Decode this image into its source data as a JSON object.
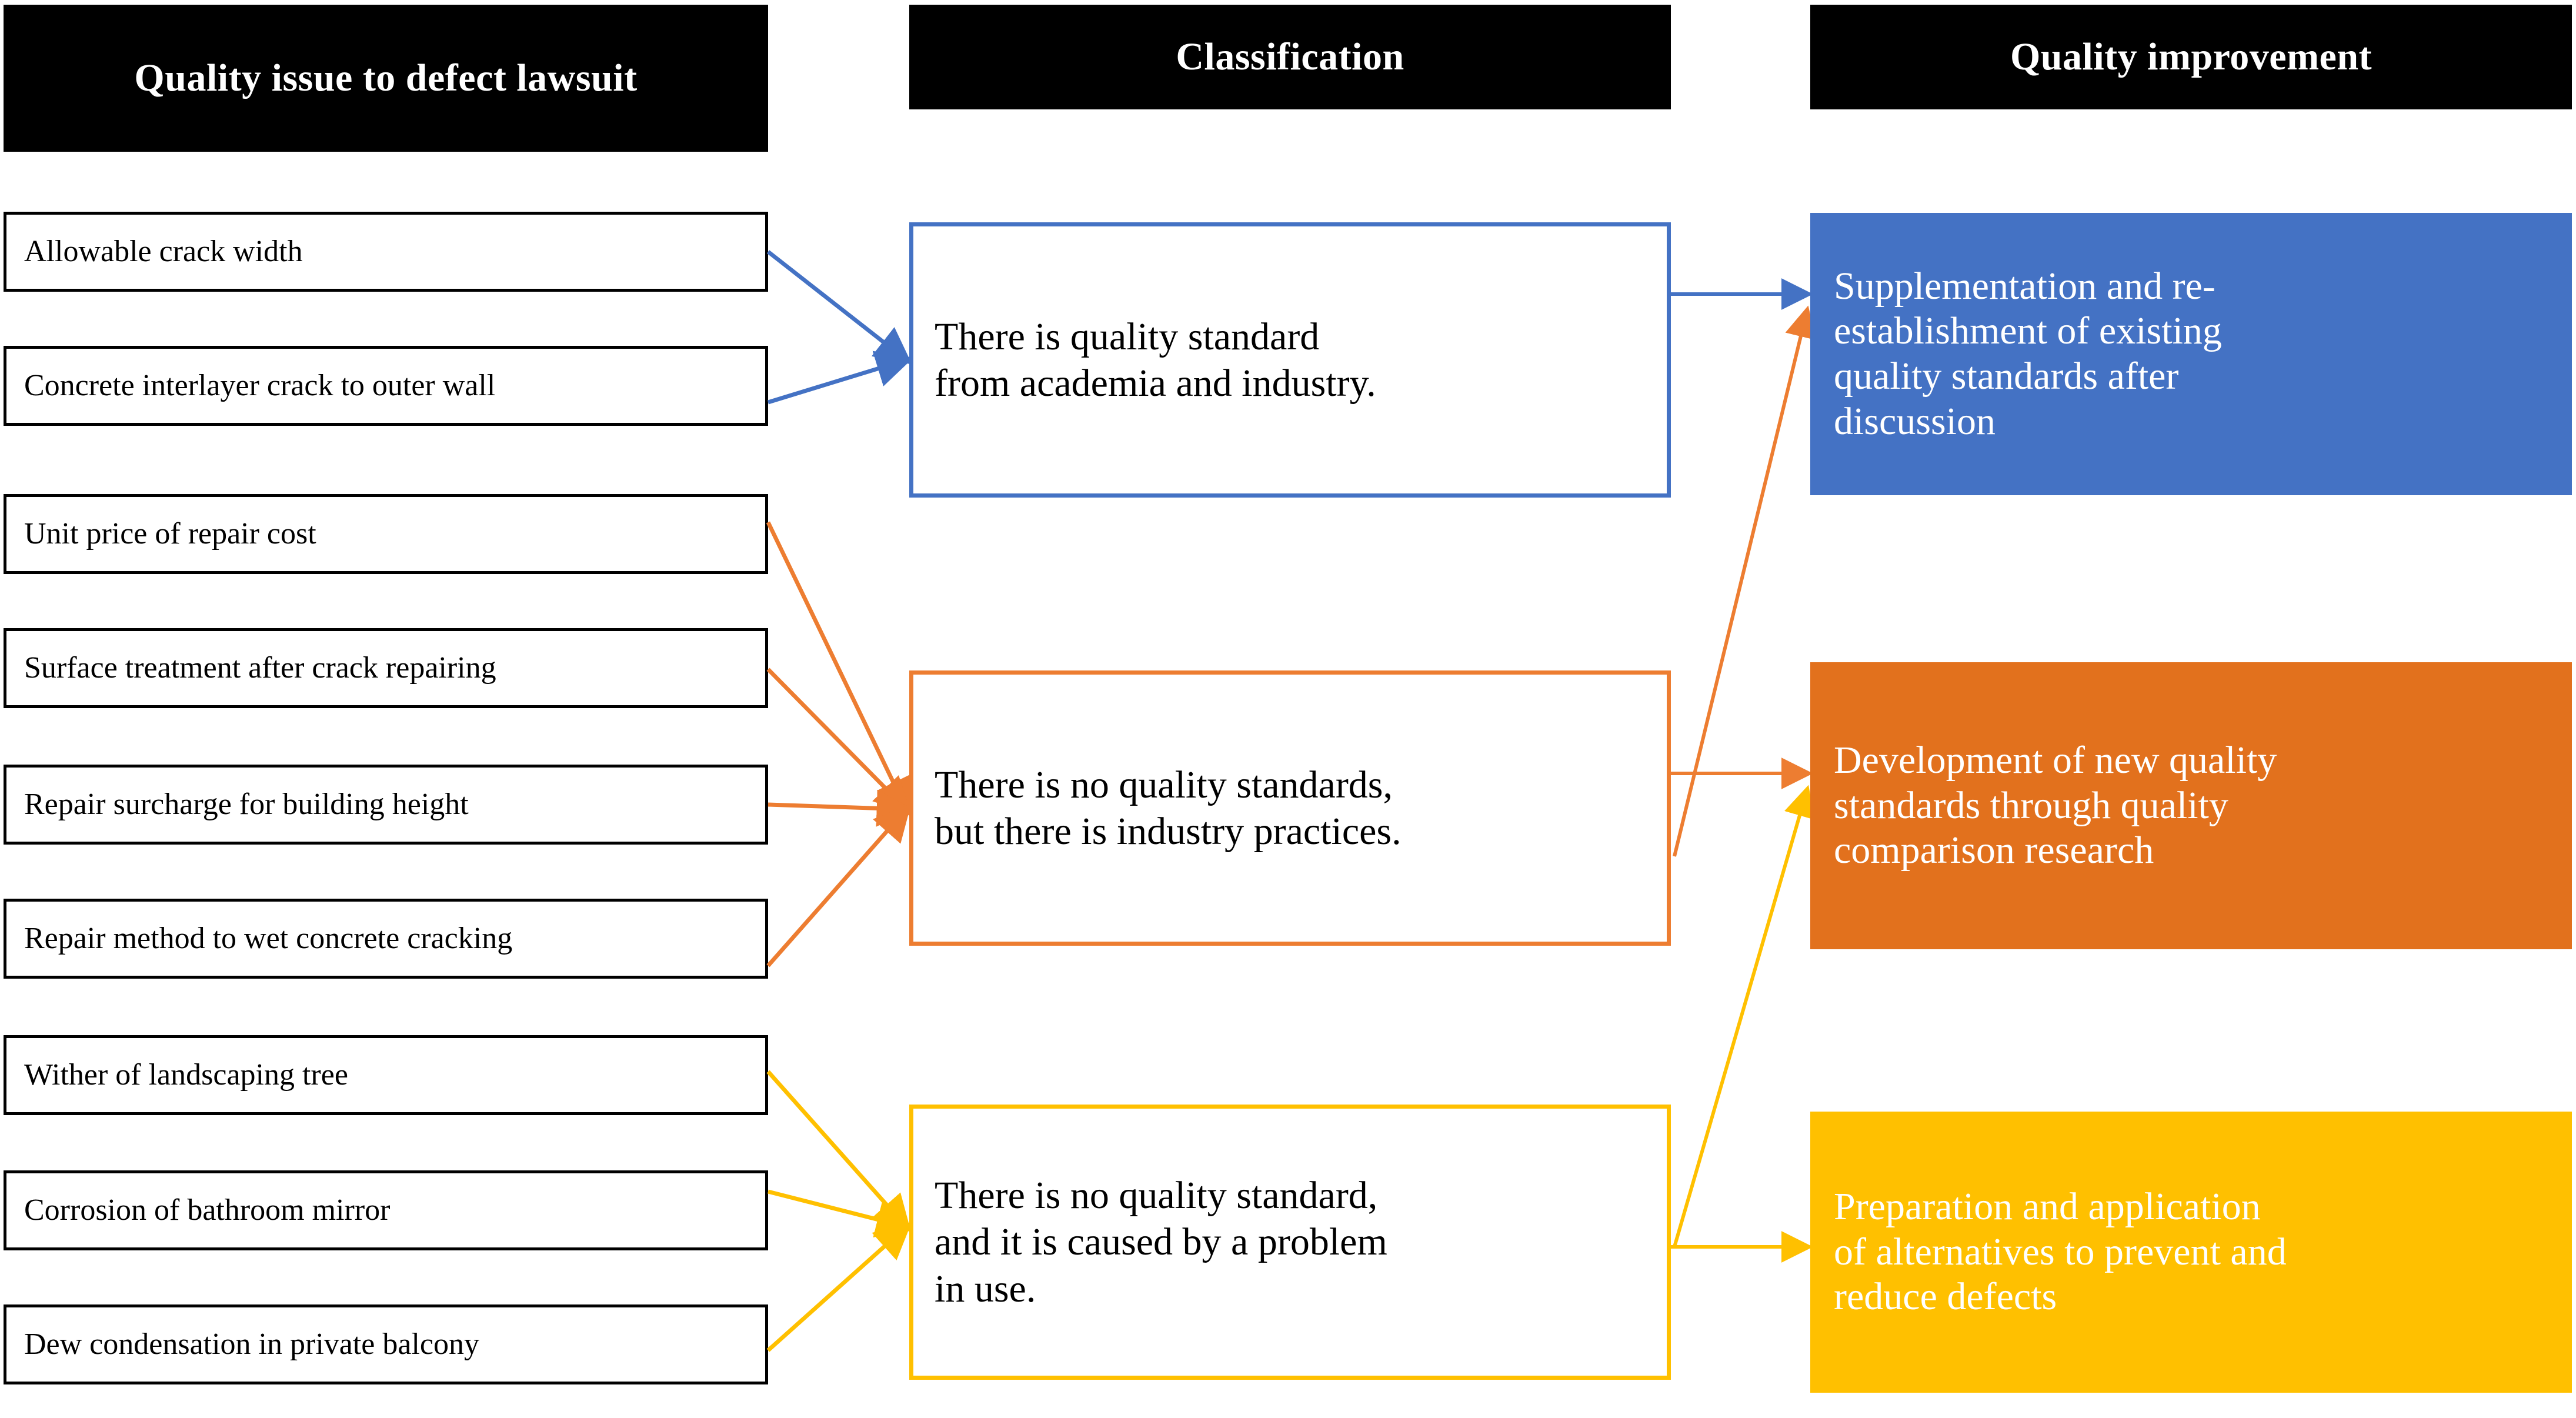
{
  "diagram": {
    "title": "Quality issue to defect lawsuit classification and improvement flow",
    "columns": [
      {
        "key": "issue",
        "label": "Quality issue to defect lawsuit"
      },
      {
        "key": "class",
        "label": "Classification"
      },
      {
        "key": "improve",
        "label": "Quality improvement"
      }
    ],
    "colors": {
      "header_background": "#000000",
      "header_text": "#FFFFFF",
      "issue_border": "#000000",
      "blue": "#4472C4",
      "orange": "#ED7D31",
      "orange_fill": "#E2711D",
      "yellow": "#FFC000",
      "page_background": "#FFFFFF"
    },
    "issues": [
      {
        "id": "issue-1",
        "label": "Allowable crack width",
        "group": "blue"
      },
      {
        "id": "issue-2",
        "label": "Concrete interlayer crack to outer wall",
        "group": "blue"
      },
      {
        "id": "issue-3",
        "label": "Unit price of repair cost",
        "group": "orange"
      },
      {
        "id": "issue-4",
        "label": "Surface treatment after crack repairing",
        "group": "orange"
      },
      {
        "id": "issue-5",
        "label": "Repair surcharge for building height",
        "group": "orange"
      },
      {
        "id": "issue-6",
        "label": "Repair method to wet concrete cracking",
        "group": "orange"
      },
      {
        "id": "issue-7",
        "label": "Wither of landscaping tree",
        "group": "yellow"
      },
      {
        "id": "issue-8",
        "label": "Corrosion of bathroom mirror",
        "group": "yellow"
      },
      {
        "id": "issue-9",
        "label": "Dew condensation in private balcony",
        "group": "yellow"
      }
    ],
    "classifications": [
      {
        "id": "class-1",
        "group": "blue",
        "lines": [
          "There is quality standard",
          "from academia and industry."
        ],
        "text": "There is quality standard from academia and industry."
      },
      {
        "id": "class-2",
        "group": "orange",
        "lines": [
          "There is no quality standards,",
          "but there is industry practices."
        ],
        "text": "There is no quality standards, but there is industry practices."
      },
      {
        "id": "class-3",
        "group": "yellow",
        "lines": [
          "There is no quality standard,",
          "and it is caused by a problem",
          "in use."
        ],
        "text": "There is no quality standard, and it is caused by a problem in use."
      }
    ],
    "improvements": [
      {
        "id": "improve-1",
        "group": "blue",
        "lines": [
          "Supplementation and re-",
          "establishment of existing",
          "quality standards after",
          "discussion"
        ],
        "text": "Supplementation and re-establishment of existing quality standards after discussion"
      },
      {
        "id": "improve-2",
        "group": "orange",
        "lines": [
          "Development of new quality",
          "standards through quality",
          "comparison research"
        ],
        "text": "Development of new quality standards through quality comparison research"
      },
      {
        "id": "improve-3",
        "group": "yellow",
        "lines": [
          "Preparation and application",
          "of alternatives to prevent and",
          "reduce defects"
        ],
        "text": "Preparation and application of alternatives to prevent and reduce defects"
      }
    ],
    "connections": [
      {
        "from": "issue-1",
        "to": "class-1",
        "color": "#4472C4"
      },
      {
        "from": "issue-2",
        "to": "class-1",
        "color": "#4472C4"
      },
      {
        "from": "issue-3",
        "to": "class-2",
        "color": "#ED7D31"
      },
      {
        "from": "issue-4",
        "to": "class-2",
        "color": "#ED7D31"
      },
      {
        "from": "issue-5",
        "to": "class-2",
        "color": "#ED7D31"
      },
      {
        "from": "issue-6",
        "to": "class-2",
        "color": "#ED7D31"
      },
      {
        "from": "issue-7",
        "to": "class-3",
        "color": "#FFC000"
      },
      {
        "from": "issue-8",
        "to": "class-3",
        "color": "#FFC000"
      },
      {
        "from": "issue-9",
        "to": "class-3",
        "color": "#FFC000"
      },
      {
        "from": "class-1",
        "to": "improve-1",
        "color": "#4472C4"
      },
      {
        "from": "class-2",
        "to": "improve-1",
        "color": "#ED7D31"
      },
      {
        "from": "class-2",
        "to": "improve-2",
        "color": "#ED7D31"
      },
      {
        "from": "class-3",
        "to": "improve-2",
        "color": "#FFC000"
      },
      {
        "from": "class-3",
        "to": "improve-3",
        "color": "#FFC000"
      }
    ]
  }
}
